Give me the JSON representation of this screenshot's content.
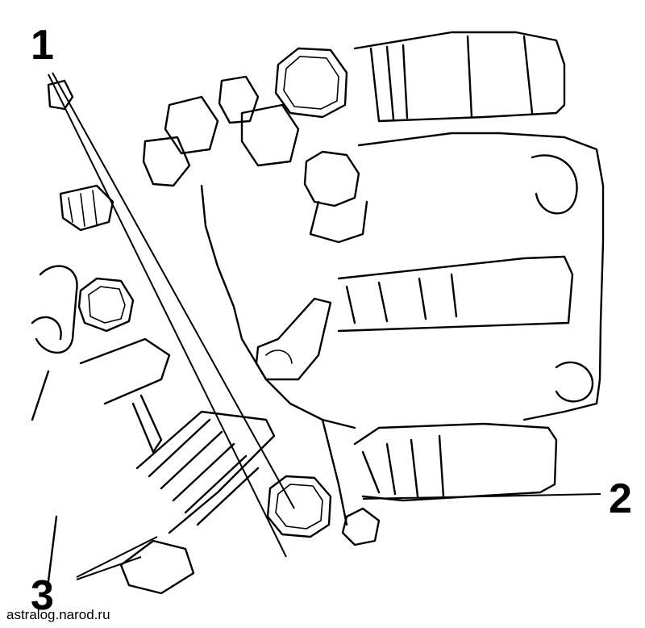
{
  "callouts": [
    {
      "id": "1",
      "label": "1"
    },
    {
      "id": "2",
      "label": "2"
    },
    {
      "id": "3",
      "label": "3"
    }
  ],
  "watermark": "astralog.narod.ru"
}
